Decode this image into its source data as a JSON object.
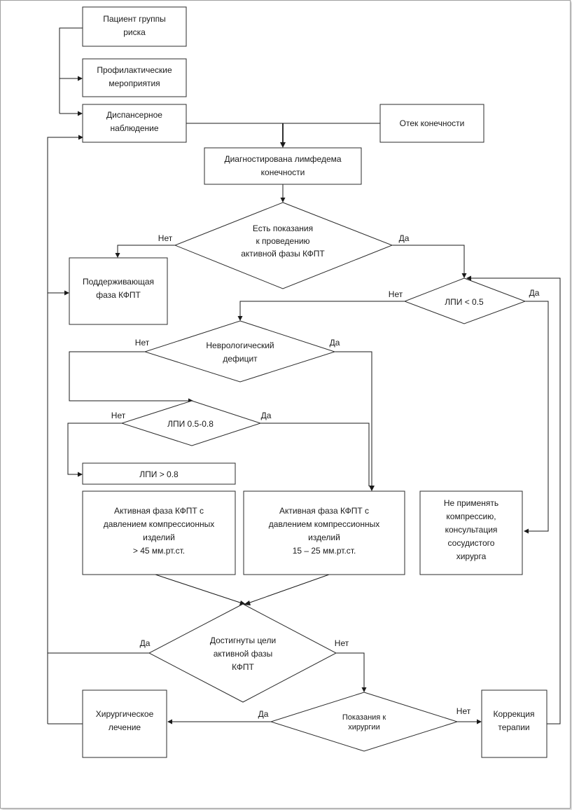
{
  "nodes": {
    "patient_risk": [
      "Пациент группы",
      "риска"
    ],
    "prevention": [
      "Профилактические",
      "мероприятия"
    ],
    "dispensary": [
      "Диспансерное",
      "наблюдение"
    ],
    "edema": [
      "Отек конечности"
    ],
    "diagnosed": [
      "Диагностирована лимфедема",
      "конечности"
    ],
    "indications_active": [
      "Есть показания",
      "к проведению",
      "активной фазы КФПТ"
    ],
    "maintenance": [
      "Поддерживающая",
      "фаза КФПТ"
    ],
    "lpi_lt": [
      "ЛПИ < 0.5"
    ],
    "neuro": [
      "Неврологический",
      "дефицит"
    ],
    "lpi_range": [
      "ЛПИ  0.5-0.8"
    ],
    "lpi_gt": [
      "ЛПИ > 0.8"
    ],
    "active_high": [
      "Активная фаза КФПТ с",
      "давлением компрессионных",
      "изделий",
      "> 45 мм.рт.ст."
    ],
    "active_low": [
      "Активная фаза КФПТ с",
      "давлением компрессионных",
      "изделий",
      "15 – 25 мм.рт.ст."
    ],
    "no_compression": [
      "Не применять",
      "компрессию,",
      "консультация",
      "сосудистого",
      "хирурга"
    ],
    "goals": [
      "Достигнуты цели",
      "активной фазы",
      "КФПТ"
    ],
    "surgery_ind": [
      "Показания к",
      "хирургии"
    ],
    "surgery": [
      "Хирургическое",
      "лечение"
    ],
    "correction": [
      "Коррекция",
      "терапии"
    ]
  },
  "edge_labels": {
    "yes": "Да",
    "no": "Нет"
  }
}
